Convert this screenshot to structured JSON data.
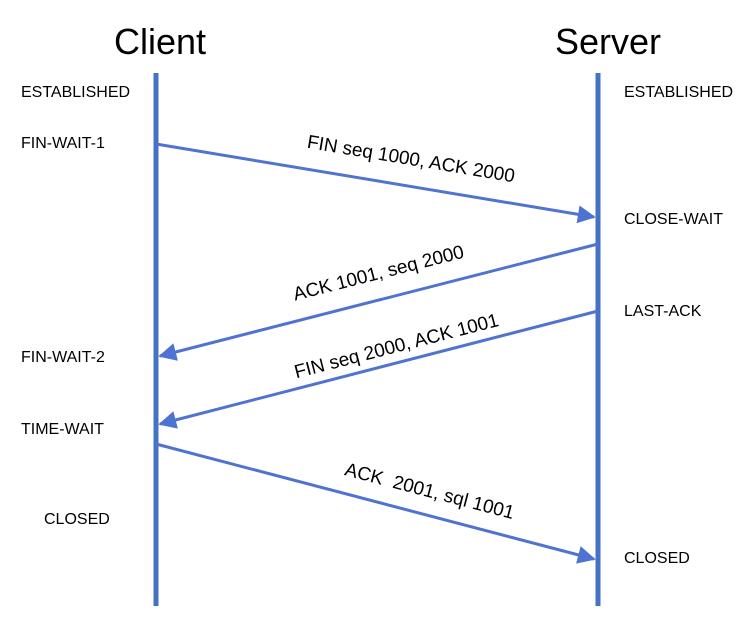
{
  "participants": {
    "client": "Client",
    "server": "Server"
  },
  "client_states": [
    "ESTABLISHED",
    "FIN-WAIT-1",
    "FIN-WAIT-2",
    "TIME-WAIT",
    "CLOSED"
  ],
  "server_states": [
    "ESTABLISHED",
    "CLOSE-WAIT",
    "LAST-ACK",
    "CLOSED"
  ],
  "messages": [
    {
      "label": "FIN seq 1000, ACK 2000",
      "direction": "client-to-server"
    },
    {
      "label": "ACK 1001, seq 2000",
      "direction": "server-to-client"
    },
    {
      "label": "FIN seq 2000, ACK 1001",
      "direction": "server-to-client"
    },
    {
      "label": "ACK  2001, sql 1001",
      "direction": "client-to-server"
    }
  ],
  "colors": {
    "lifeline": "#4472c4",
    "arrow": "#4f73d0",
    "text": "#000000"
  }
}
